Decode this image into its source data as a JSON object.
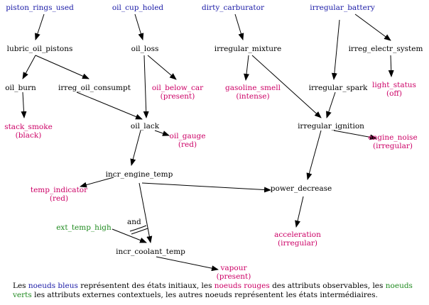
{
  "nodes": {
    "piston_rings_used": {
      "label": "piston_rings_used",
      "kind": "initial"
    },
    "oil_cup_holed": {
      "label": "oil_cup_holed",
      "kind": "initial"
    },
    "dirty_carburator": {
      "label": "dirty_carburator",
      "kind": "initial"
    },
    "irregular_battery": {
      "label": "irregular_battery",
      "kind": "initial"
    },
    "lubric_oil_pistons": {
      "label": "lubric_oil_pistons",
      "kind": "intermediate"
    },
    "oil_loss": {
      "label": "oil_loss",
      "kind": "intermediate"
    },
    "irregular_mixture": {
      "label": "irregular_mixture",
      "kind": "intermediate"
    },
    "irreg_electr_system": {
      "label": "irreg_electr_system",
      "kind": "intermediate"
    },
    "oil_burn": {
      "label": "oil_burn",
      "kind": "intermediate"
    },
    "irreg_oil_consumpt": {
      "label": "irreg_oil_consumpt",
      "kind": "intermediate"
    },
    "oil_below_car": {
      "label": "oil_below_car",
      "status": "(present)",
      "kind": "observable"
    },
    "gasoline_smell": {
      "label": "gasoline_smell",
      "status": "(intense)",
      "kind": "observable"
    },
    "irregular_spark": {
      "label": "irregular_spark",
      "kind": "intermediate"
    },
    "light_status": {
      "label": "light_status",
      "status": "(off)",
      "kind": "observable"
    },
    "stack_smoke": {
      "label": "stack_smoke",
      "status": "(black)",
      "kind": "observable"
    },
    "oil_lack": {
      "label": "oil_lack",
      "kind": "intermediate"
    },
    "oil_gauge": {
      "label": "oil_gauge",
      "status": "(red)",
      "kind": "observable"
    },
    "irregular_ignition": {
      "label": "irregular_ignition",
      "kind": "intermediate"
    },
    "engine_noise": {
      "label": "engine_noise",
      "status": "(irregular)",
      "kind": "observable"
    },
    "incr_engine_temp": {
      "label": "incr_engine_temp",
      "kind": "intermediate"
    },
    "temp_indicator": {
      "label": "temp_indicator",
      "status": "(red)",
      "kind": "observable"
    },
    "power_decrease": {
      "label": "power_decrease",
      "kind": "intermediate"
    },
    "ext_temp_high": {
      "label": "ext_temp_high",
      "kind": "external"
    },
    "acceleration": {
      "label": "acceleration",
      "status": "(irregular)",
      "kind": "observable"
    },
    "incr_coolant_temp": {
      "label": "incr_coolant_temp",
      "kind": "intermediate"
    },
    "vapour": {
      "label": "vapour",
      "status": "(present)",
      "kind": "observable"
    }
  },
  "edges": [
    [
      "piston_rings_used",
      "lubric_oil_pistons"
    ],
    [
      "oil_cup_holed",
      "oil_loss"
    ],
    [
      "dirty_carburator",
      "irregular_mixture"
    ],
    [
      "irregular_battery",
      "irreg_electr_system"
    ],
    [
      "irregular_battery",
      "irregular_spark"
    ],
    [
      "lubric_oil_pistons",
      "oil_burn"
    ],
    [
      "lubric_oil_pistons",
      "irreg_oil_consumpt"
    ],
    [
      "oil_loss",
      "oil_below_car"
    ],
    [
      "oil_loss",
      "oil_lack"
    ],
    [
      "irregular_mixture",
      "gasoline_smell"
    ],
    [
      "irregular_mixture",
      "irregular_ignition"
    ],
    [
      "irreg_electr_system",
      "light_status"
    ],
    [
      "oil_burn",
      "stack_smoke"
    ],
    [
      "irreg_oil_consumpt",
      "oil_lack"
    ],
    [
      "irregular_spark",
      "irregular_ignition"
    ],
    [
      "oil_lack",
      "oil_gauge"
    ],
    [
      "oil_lack",
      "incr_engine_temp"
    ],
    [
      "irregular_ignition",
      "engine_noise"
    ],
    [
      "irregular_ignition",
      "power_decrease"
    ],
    [
      "incr_engine_temp",
      "temp_indicator"
    ],
    [
      "incr_engine_temp",
      "power_decrease"
    ],
    [
      "incr_engine_temp",
      "incr_coolant_temp"
    ],
    [
      "ext_temp_high",
      "incr_coolant_temp"
    ],
    [
      "power_decrease",
      "acceleration"
    ],
    [
      "incr_coolant_temp",
      "vapour"
    ]
  ],
  "and_label": "and",
  "caption": {
    "p1": "Les ",
    "blue": "noeuds bleus",
    "p2": " représentent des états initiaux, les ",
    "red": "noeuds rouges",
    "p3": " des attributs observables, les ",
    "green": "noeuds verts",
    "p4": " les attributs externes contextuels, les autres noeuds représentent les états intermédiaires."
  },
  "colors": {
    "initial": "#1a1aa6",
    "observable": "#cc0066",
    "external": "#1f8a1f",
    "intermediate": "#000000"
  }
}
